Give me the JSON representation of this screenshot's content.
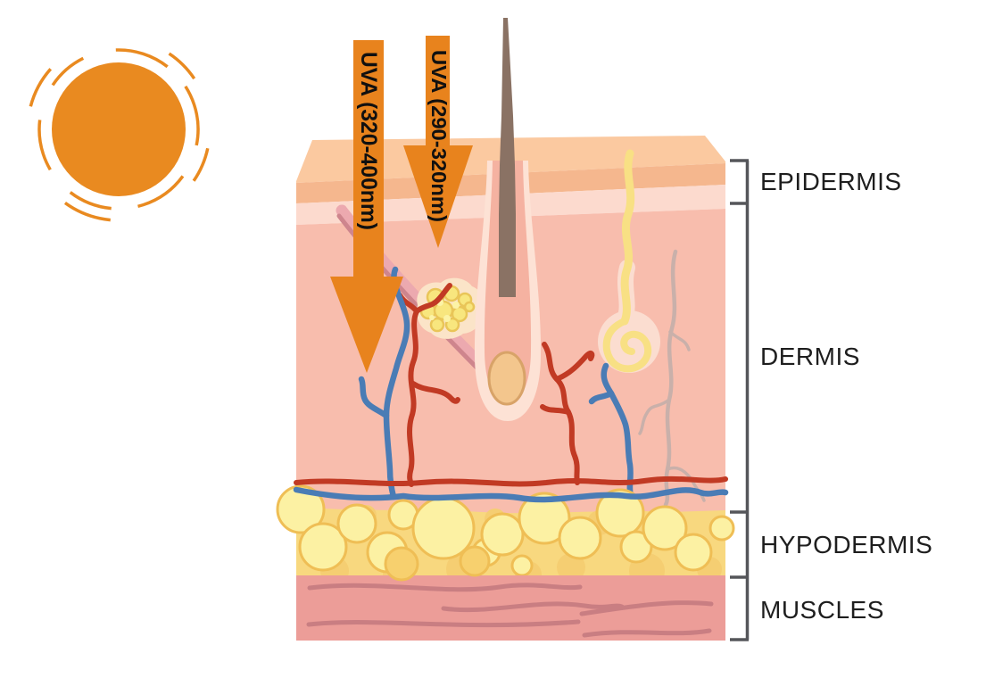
{
  "diagram": {
    "uv_arrows": [
      {
        "label": "UVA (320-400nm)"
      },
      {
        "label": "UVA (290-320nm)"
      }
    ],
    "layer_labels": [
      {
        "label": "EPIDERMIS"
      },
      {
        "label": "DERMIS"
      },
      {
        "label": "HYPODERMIS"
      },
      {
        "label": "MUSCLES"
      }
    ],
    "anatomy_parts": [
      "sun",
      "uv-arrow",
      "skin-surface",
      "epidermis",
      "dermis",
      "hypodermis",
      "muscles",
      "hair-shaft",
      "hair-follicle",
      "hair-bulb",
      "sebaceous-gland",
      "arrector-pili-muscle",
      "sweat-gland",
      "nerve",
      "artery",
      "vein",
      "fat-cells",
      "muscle-fibers",
      "layer-bracket"
    ],
    "colors": {
      "sun": "#E98A20",
      "uv_arrow": "#E8831D",
      "arrow_text": "#101010",
      "skin_surface": "#FBC9A0",
      "epidermis_band": "#F5B78E",
      "epidermis_lower": "#FCDACE",
      "dermis": "#F8BDAD",
      "hypodermis": "#F8D87F",
      "fat_cell_fill": "#FCF1A3",
      "fat_cell_outline": "#EFBE55",
      "muscles": "#EC9D98",
      "muscle_fiber": "#C97E82",
      "artery_red": "#C13A24",
      "vein_blue": "#4A7CB5",
      "hair": "#8A7264",
      "follicle_outer": "#FDE2D5",
      "follicle_inner": "#F5B2A1",
      "hair_bulb": "#F3C68D",
      "sebaceous_gland": "#F8E67E",
      "sweat_gland": "#F8E084",
      "nerve": "#C9B0AA",
      "arrector_pili": "#ECA9AF",
      "bracket": "#55565A",
      "label_text": "#1E1E1E",
      "background": "#FFFFFF"
    }
  }
}
